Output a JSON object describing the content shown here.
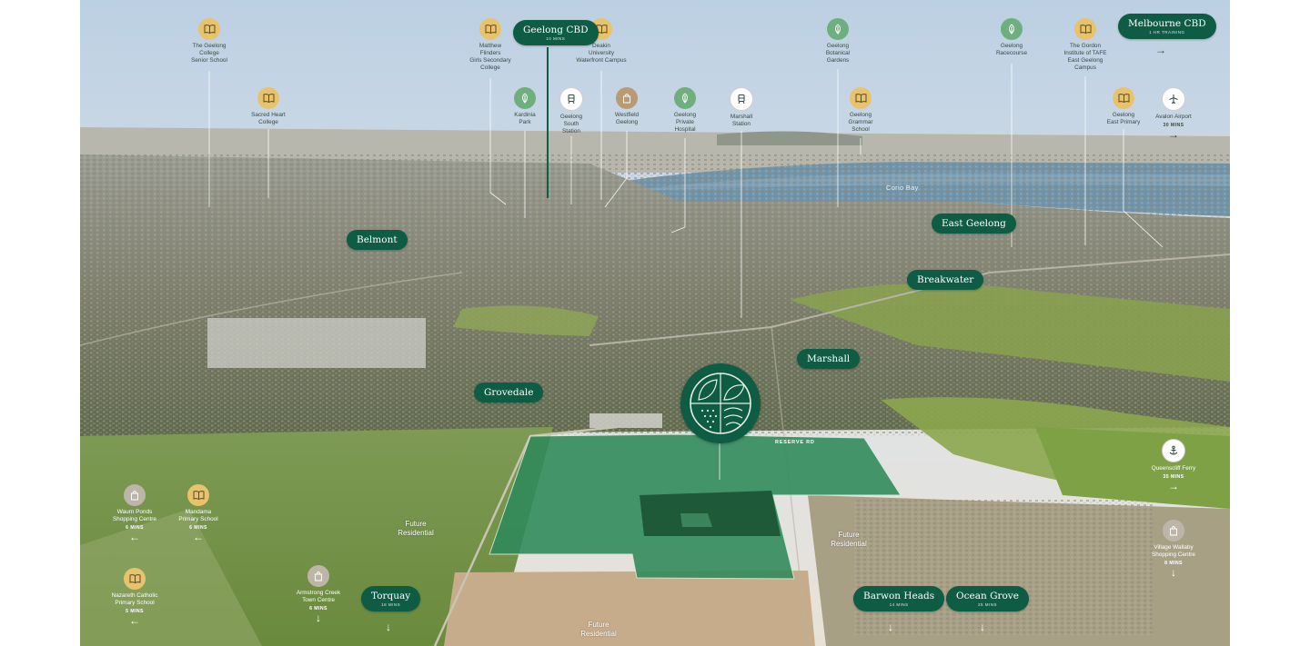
{
  "map": {
    "water_label": "Corio Bay",
    "road_label": "RESERVE RD",
    "site_logo_icon": "leaf-wave-emblem-icon",
    "colors": {
      "pill": "#0d5c43",
      "site": "#2f8a5a",
      "icon_gold": "#e8c36d",
      "icon_green": "#6fae7e"
    }
  },
  "pills": {
    "geelong_cbd": {
      "name": "Geelong CBD",
      "sub": "10 MINS"
    },
    "melbourne_cbd": {
      "name": "Melbourne CBD",
      "sub": "1 HR TRAINING"
    },
    "belmont": {
      "name": "Belmont"
    },
    "east_geelong": {
      "name": "East Geelong"
    },
    "breakwater": {
      "name": "Breakwater"
    },
    "marshall": {
      "name": "Marshall"
    },
    "grovedale": {
      "name": "Grovedale"
    },
    "torquay": {
      "name": "Torquay",
      "sub": "18 MINS"
    },
    "barwon_heads": {
      "name": "Barwon Heads",
      "sub": "14 MINS"
    },
    "ocean_grove": {
      "name": "Ocean Grove",
      "sub": "25 MINS"
    }
  },
  "pois": {
    "geelong_college": {
      "label": "The Geelong\nCollege\nSenior School",
      "icon": "book-icon"
    },
    "sacred_heart": {
      "label": "Sacred Heart\nCollege",
      "icon": "book-icon"
    },
    "matthew_flinders": {
      "label": "Matthew\nFlinders\nGirls Secondary\nCollege",
      "icon": "book-icon"
    },
    "deakin": {
      "label": "Deakin\nUniversity\nWaterfront Campus",
      "icon": "book-icon"
    },
    "kardinia": {
      "label": "Kardinia\nPark",
      "icon": "leaf-icon"
    },
    "geelong_south": {
      "label": "Geelong\nSouth\nStation",
      "icon": "train-icon"
    },
    "westfield": {
      "label": "Westfield\nGeelong",
      "icon": "shopping-bag-icon"
    },
    "private_hospital": {
      "label": "Geelong\nPrivate\nHospital",
      "icon": "leaf-icon"
    },
    "marshall_station": {
      "label": "Marshall\nStation",
      "icon": "train-icon"
    },
    "botanical": {
      "label": "Geelong\nBotanical\nGardens",
      "icon": "leaf-icon"
    },
    "grammar": {
      "label": "Geelong\nGrammar\nSchool",
      "icon": "book-icon"
    },
    "racecourse": {
      "label": "Geelong\nRacecourse",
      "icon": "leaf-icon"
    },
    "gordon": {
      "label": "The Gordon\nInstitute of TAFE\nEast Geelong\nCampus",
      "icon": "book-icon"
    },
    "east_primary": {
      "label": "Geelong\nEast Primary",
      "icon": "book-icon"
    },
    "avalon": {
      "label": "Avalon Airport",
      "mins": "30 MINS",
      "icon": "plane-icon"
    },
    "queenscliff": {
      "label": "Queenscliff Ferry",
      "mins": "35 MINS",
      "icon": "anchor-icon"
    },
    "village_wallaby": {
      "label": "Village Wallaby\nShopping Centre",
      "mins": "8 MINS",
      "icon": "shopping-bag-icon"
    },
    "waurn_ponds": {
      "label": "Waurn Ponds\nShopping Centre",
      "mins": "6 MINS",
      "icon": "shopping-bag-icon"
    },
    "mandama": {
      "label": "Mandama\nPrimary School",
      "mins": "6 MINS",
      "icon": "book-icon"
    },
    "nazareth": {
      "label": "Nazareth Catholic\nPrimary School",
      "mins": "5 MINS",
      "icon": "book-icon"
    },
    "armstrong": {
      "label": "Armstrong Creek\nTown Centre",
      "mins": "6 MINS",
      "icon": "shopping-bag-icon"
    }
  },
  "future": {
    "left": "Future\nResidential",
    "right": "Future\nResidential",
    "bottom": "Future\nResidential"
  }
}
